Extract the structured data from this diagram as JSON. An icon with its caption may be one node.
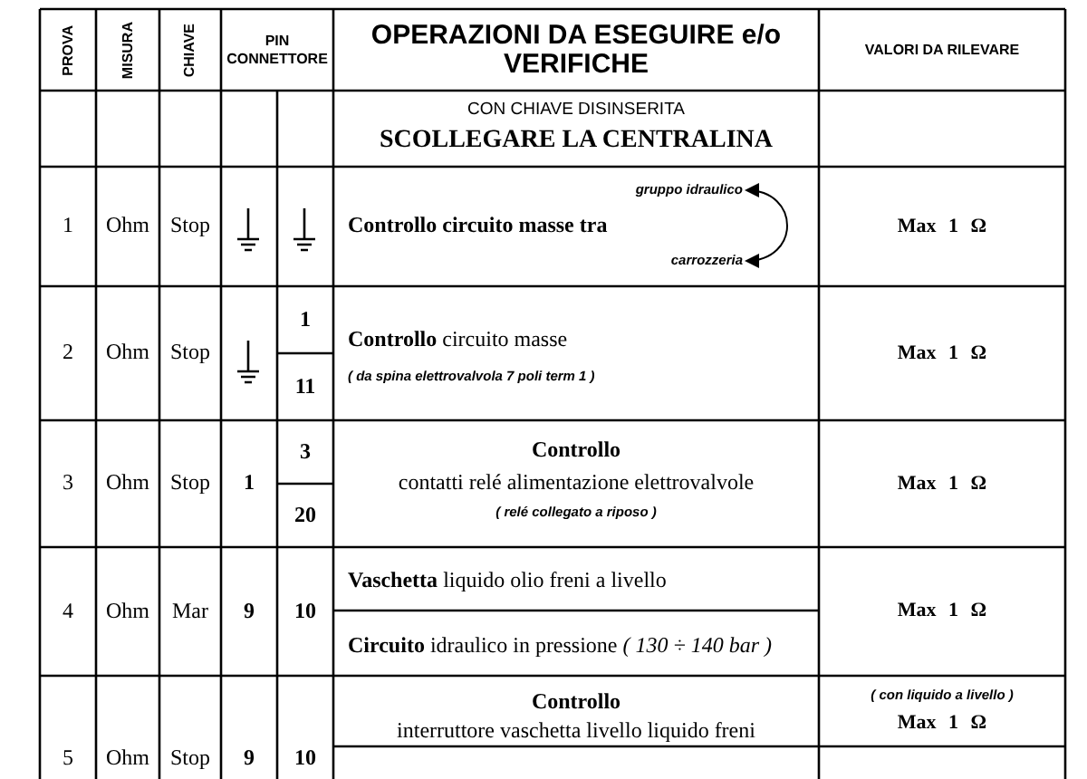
{
  "diagram": {
    "nodes": [
      {
        "text": [
          "gruppo idraulico"
        ]
      },
      {
        "text": [
          "carrozzeria"
        ]
      }
    ],
    "edges": [
      {
        "from": 0,
        "to": 1,
        "arrow": "both"
      }
    ],
    "labels": [
      "PROVA",
      "MISURA",
      "CHIAVE",
      "PIN CONNETTORE",
      "OPERAZIONI DA ESEGUIRE e/o VERIFICHE",
      "VALORI DA RILEVARE",
      "CON CHIAVE DISINSERITA",
      "SCOLLEGARE LA CENTRALINA",
      "1",
      "Ohm",
      "Stop",
      "Controllo circuito masse tra",
      "Max 1 Ω",
      "2",
      "Ohm",
      "Stop",
      "1",
      "11",
      "**Controllo** circuito masse",
      "( da spina elettrovalvola 7 poli term 1 )",
      "Max 1 Ω",
      "3",
      "Ohm",
      "Stop",
      "1",
      "3",
      "20",
      "Controllo",
      "contatti relé alimentazione elettrovalvole",
      "( relé collegato a riposo )",
      "Max 1 Ω",
      "4",
      "Ohm",
      "Mar",
      "9",
      "10",
      "**Vaschetta** liquido olio freni a livello",
      "**Circuito** idraulico in pressione *( 130 ÷ 140 bar )*",
      "Max 1 Ω",
      "5",
      "Ohm",
      "Stop",
      "9",
      "10",
      "Controllo",
      "interruttore vaschetta livello liquido freni",
      "( con liquido a livello )",
      "Max 1 Ω"
    ]
  }
}
